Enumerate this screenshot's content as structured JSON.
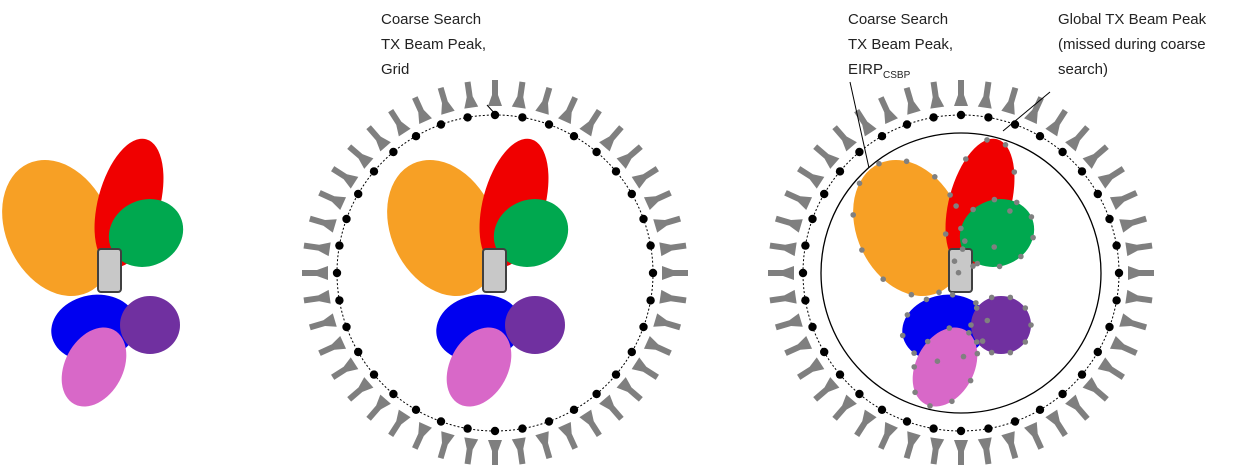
{
  "panels": [
    {
      "name": "device-only",
      "labels": []
    },
    {
      "name": "coarse-grid",
      "labels": [
        {
          "key": "coarse-search-grid-label",
          "lines": [
            "Coarse Search",
            "TX Beam Peak,",
            "Grid"
          ]
        }
      ]
    },
    {
      "name": "fine-search",
      "labels": [
        {
          "key": "coarse-search-eirp-label",
          "lines": [
            "Coarse Search",
            "TX Beam Peak,"
          ],
          "eirp_main": "EIRP",
          "eirp_sub": "CSBP"
        },
        {
          "key": "global-peak-label",
          "lines": [
            "Global TX Beam Peak",
            "(missed during coarse",
            "search)"
          ]
        }
      ]
    }
  ],
  "colors": {
    "beam_orange": "#f7a025",
    "beam_red": "#f00000",
    "beam_green": "#00a84f",
    "beam_blue": "#0000f0",
    "beam_purple": "#7030a0",
    "beam_pink": "#d868c8",
    "device": "#c8c8c8",
    "probe_antenna": "#7f7f7f",
    "grid_point": "#000000",
    "fine_point": "#808080"
  },
  "icons": {
    "probe": "horn-antenna-icon",
    "grid_point": "dot-icon",
    "device": "phone-icon"
  }
}
